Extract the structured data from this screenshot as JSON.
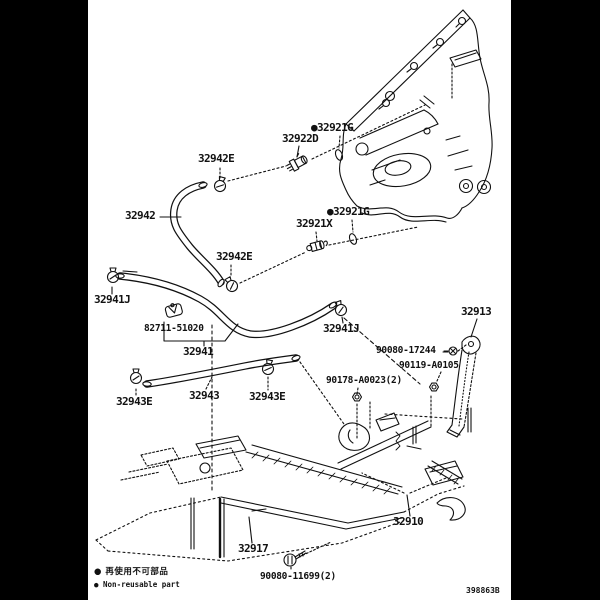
{
  "colors": {
    "background": "#000000",
    "paper": "#ffffff",
    "line": "#111111",
    "text": "#111111"
  },
  "footer_code": "398863B",
  "legend": {
    "jp": "● 再使用不可部品",
    "en": "● Non-reusable part"
  },
  "labels": {
    "bullet_32921g_top": "●32921G",
    "part_32922d": "32922D",
    "clamp_32942e_top": "32942E",
    "hose_32942": "32942",
    "bullet_32921g_mid": "●32921G",
    "part_32921x": "32921X",
    "clamp_32942e_mid": "32942E",
    "clamp_32941j_left": "32941J",
    "clip_82711_51020": "82711-51020",
    "hose_32941": "32941",
    "clamp_32941j_right": "32941J",
    "bracket_32913": "32913",
    "bolt_90080_17244": "90080-17244",
    "bolt_90119_a0105": "90119-A0105",
    "nut_90178_a0023": "90178-A0023(2)",
    "clamp_32943e_left": "32943E",
    "hose_32943": "32943",
    "clamp_32943e_right": "32943E",
    "part_32910": "32910",
    "gasket_32917": "32917",
    "bolt_90080_11699": "90080-11699(2)"
  }
}
